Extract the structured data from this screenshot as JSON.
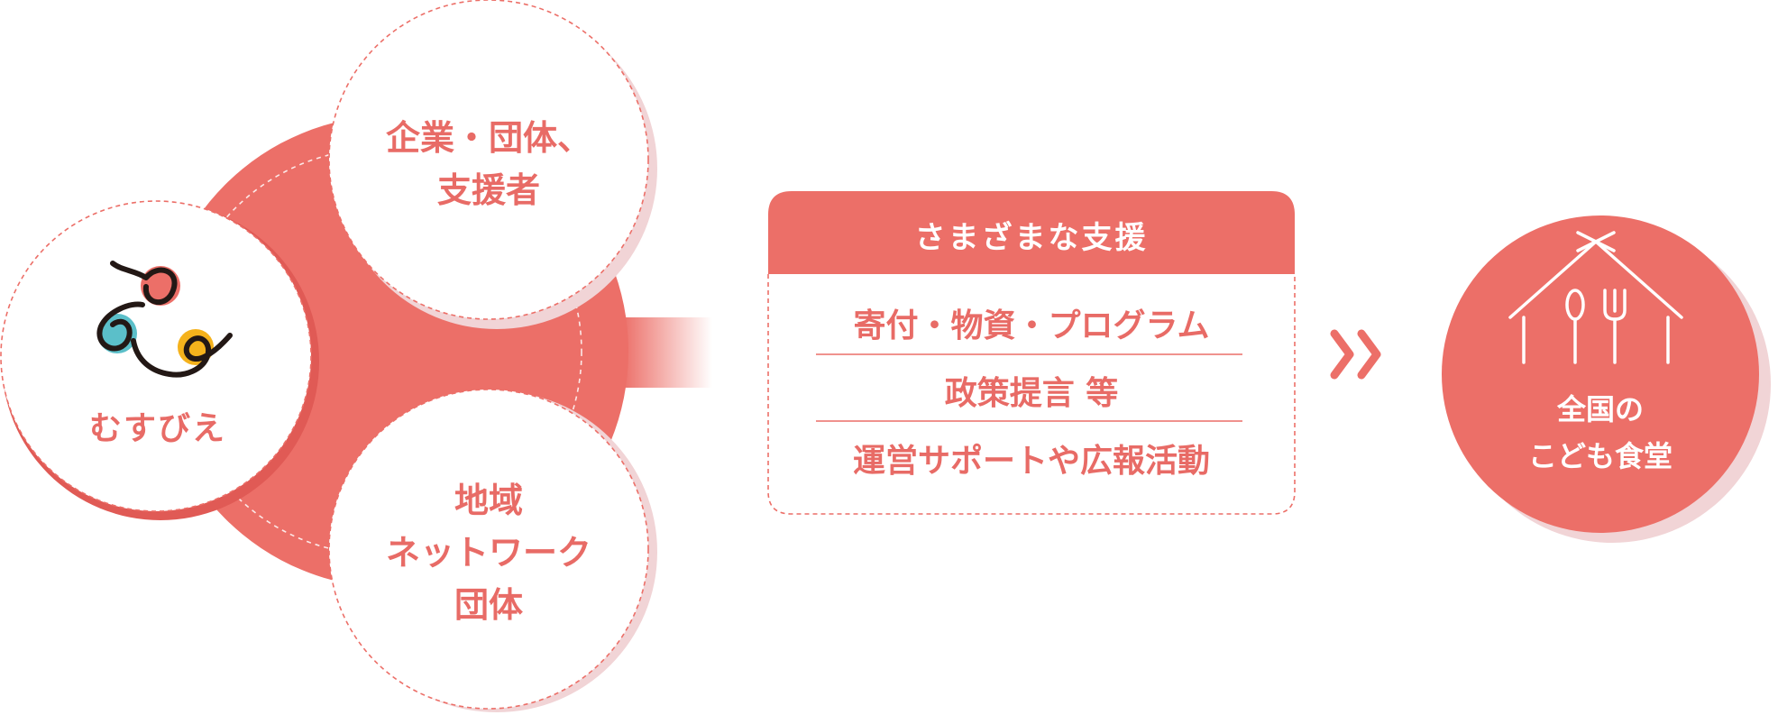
{
  "colors": {
    "accent": "#ec6f68",
    "accent_text": "#e86b66",
    "shadow": "#f1d4d6",
    "white": "#ffffff",
    "logo_red": "#ec6f68",
    "logo_blue": "#5bbfc9",
    "logo_yellow": "#f5b21c",
    "logo_ink": "#231815"
  },
  "left_group": {
    "musubie": {
      "label": "むすびえ"
    },
    "companies": {
      "line1": "企業・団体、",
      "line2": "支援者"
    },
    "regional": {
      "line1": "地域",
      "line2": "ネットワーク",
      "line3": "団体"
    }
  },
  "support_box": {
    "title": "さまざまな支援",
    "items": [
      "寄付・物資・プログラム",
      "政策提言 等",
      "運営サポートや広報活動"
    ]
  },
  "arrow_icon": "double-chevron-right-icon",
  "target": {
    "icon": "house-with-spoon-fork-icon",
    "line1": "全国の",
    "line2": "こども食堂"
  }
}
